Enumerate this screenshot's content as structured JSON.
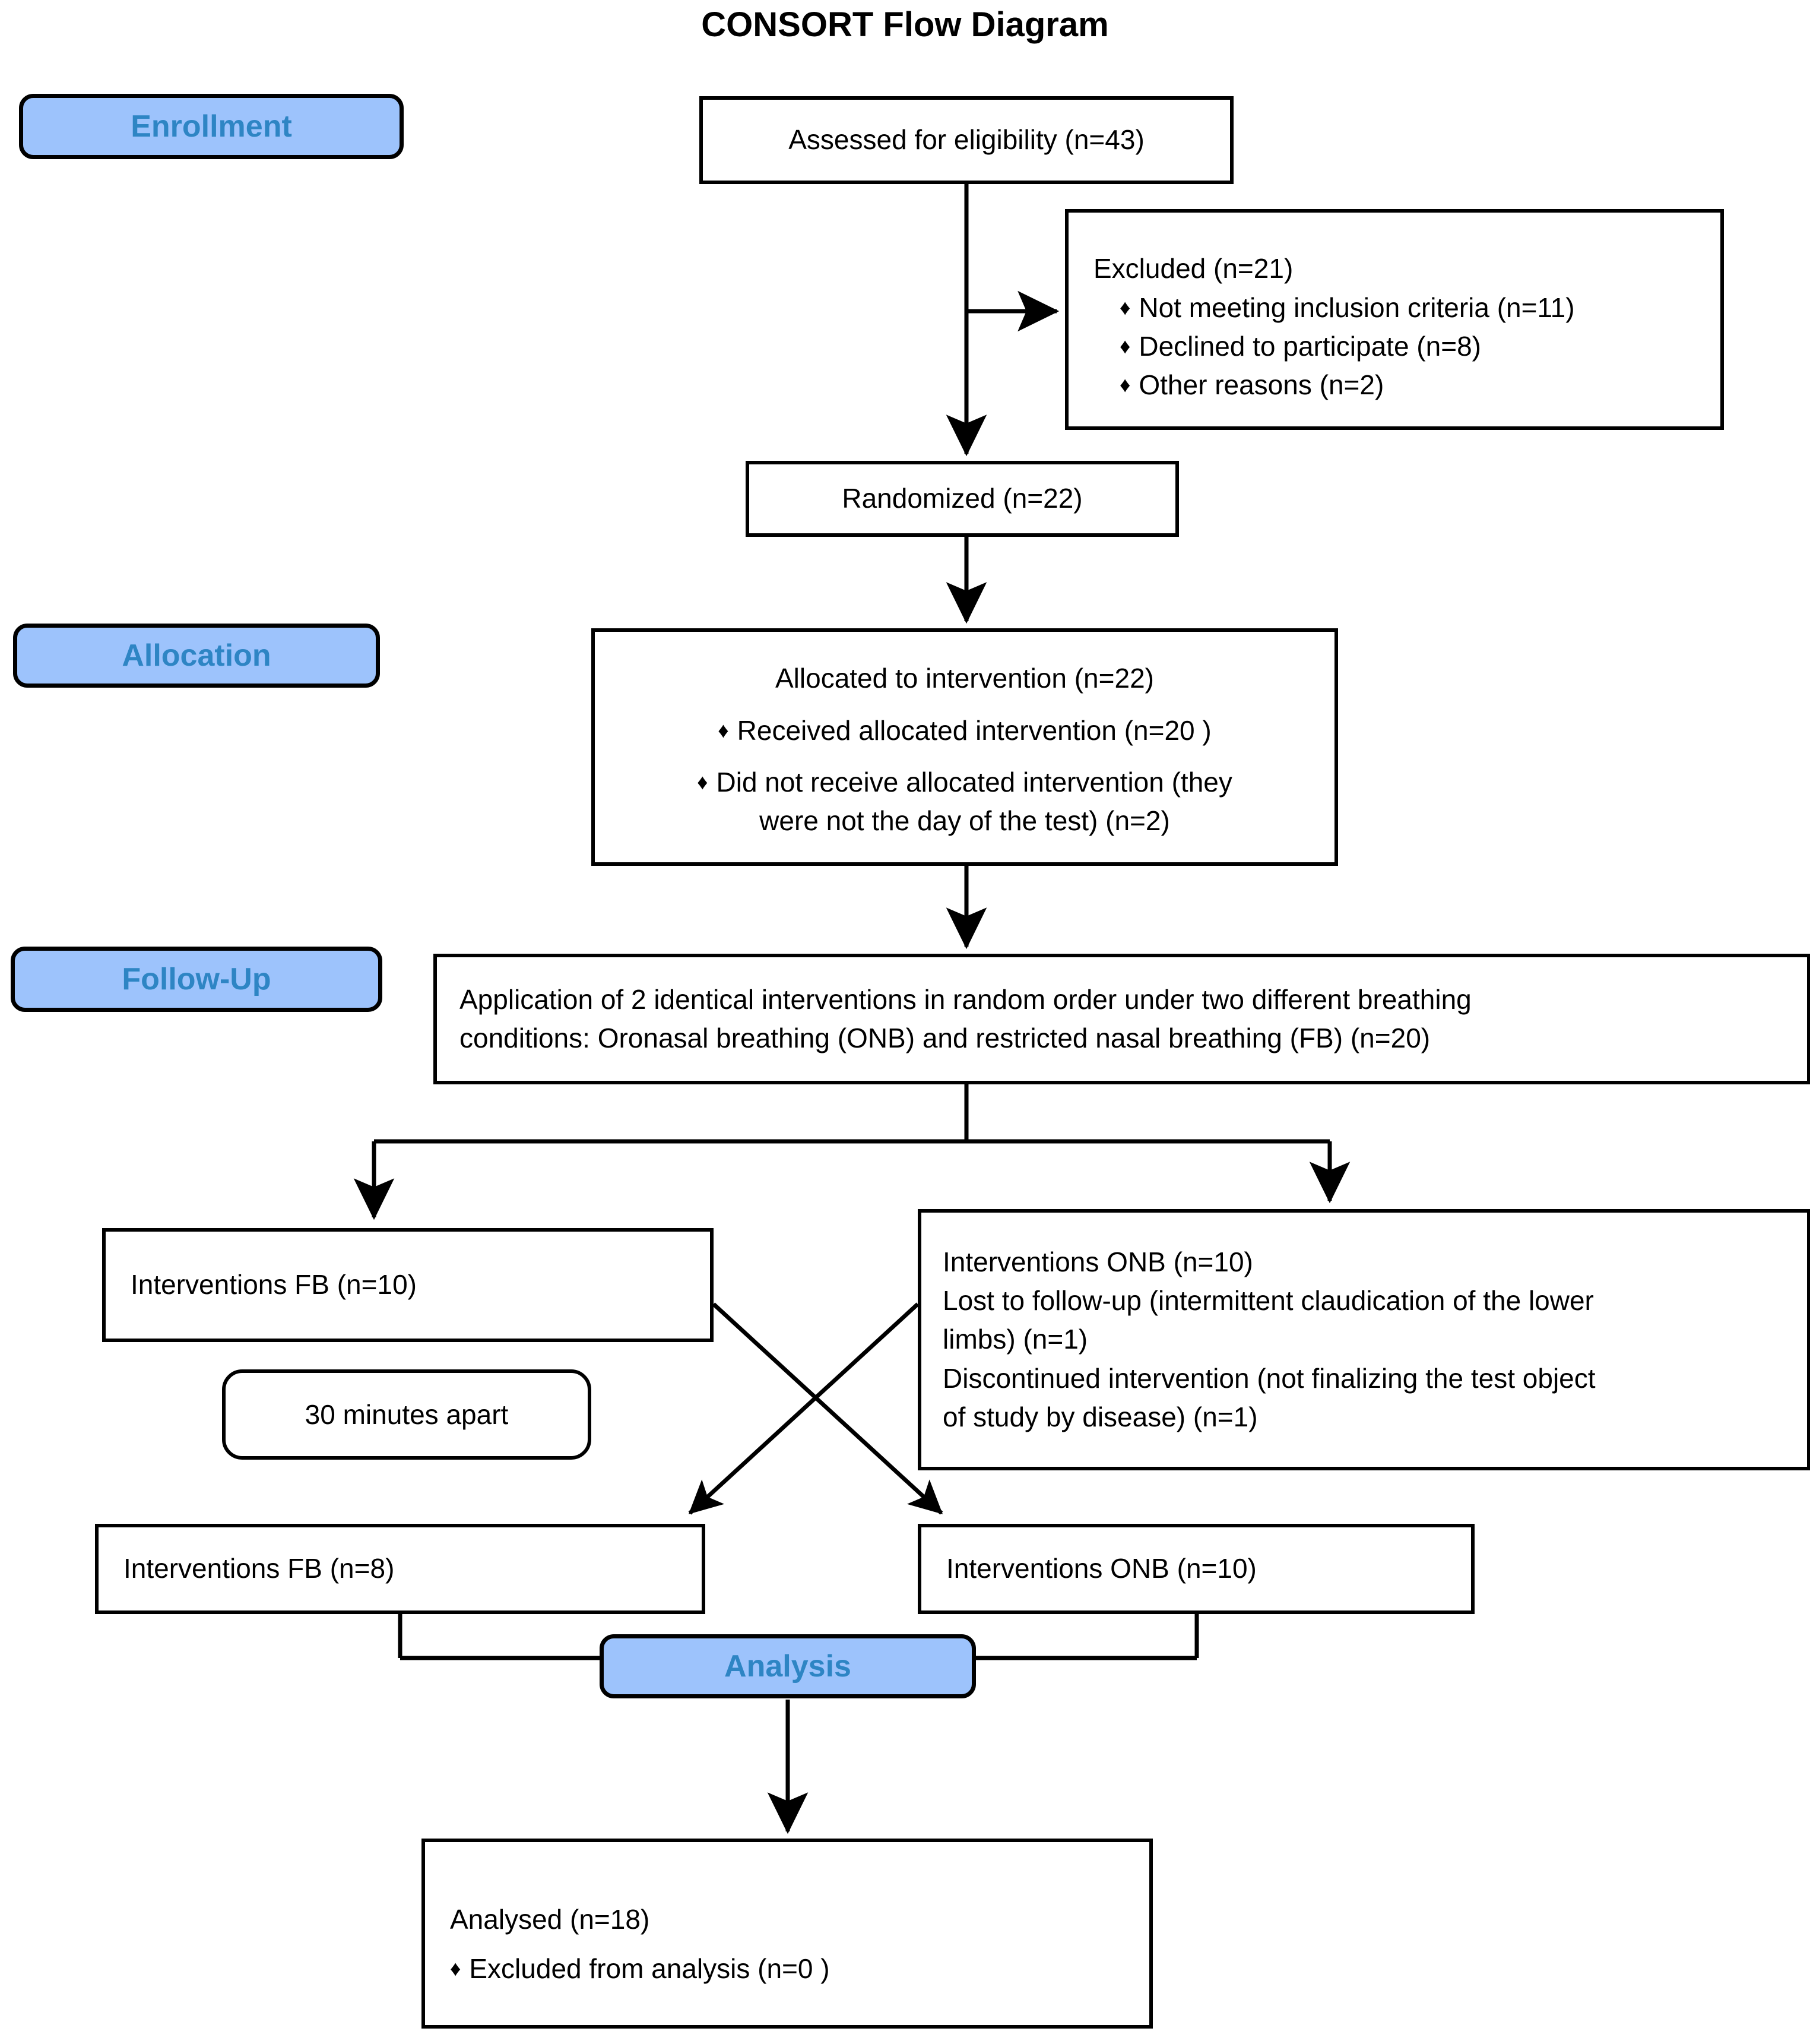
{
  "title": "CONSORT Flow Diagram",
  "stages": [
    {
      "id": "enrollment",
      "label": "Enrollment"
    },
    {
      "id": "allocation",
      "label": "Allocation"
    },
    {
      "id": "followup",
      "label": "Follow-Up"
    },
    {
      "id": "analysis",
      "label": "Analysis"
    }
  ],
  "colors": {
    "stage_fill": "#9dc3fc",
    "stage_text": "#2e85c4",
    "stage_border": "#000000",
    "node_border": "#000000",
    "background": "#ffffff"
  },
  "nodes": {
    "eligibility": {
      "lines": [
        "Assessed for eligibility (n=43)"
      ]
    },
    "excluded": {
      "heading": "Excluded (n=21)",
      "bullets": [
        "Not meeting inclusion criteria (n=11)",
        "Declined to participate (n=8)",
        "Other reasons (n=2)"
      ],
      "bullet_glyph": "♦"
    },
    "randomized": {
      "lines": [
        "Randomized (n=22)"
      ]
    },
    "allocated": {
      "heading": "Allocated to intervention (n=22)",
      "bullets": [
        "Received allocated intervention (n=20 )",
        "Did not receive allocated intervention (they"
      ],
      "continuation": "were not the day of the test) (n=2)",
      "bullet_glyph": "♦"
    },
    "followup_application": {
      "lines": [
        "Application of 2 identical interventions in random order under two different breathing",
        "conditions: Oronasal breathing (ONB) and restricted nasal breathing (FB) (n=20)"
      ]
    },
    "interventions_fb_10": {
      "lines": [
        "Interventions FB (n=10)"
      ]
    },
    "thirty_minutes_note": {
      "lines": [
        "30 minutes apart"
      ]
    },
    "interventions_onb_detail": {
      "lines": [
        "Interventions ONB (n=10)",
        "Lost to follow-up (intermittent claudication of the lower",
        "limbs) (n=1)",
        "Discontinued intervention (not finalizing the test object",
        "of study by disease) (n=1)"
      ]
    },
    "interventions_fb_8": {
      "lines": [
        "Interventions FB (n=8)"
      ]
    },
    "interventions_onb_10": {
      "lines": [
        "Interventions ONB (n=10)"
      ]
    },
    "analysed": {
      "heading": "Analysed (n=18)",
      "bullets": [
        "Excluded from analysis (n=0 )"
      ],
      "bullet_glyph": "♦"
    }
  }
}
